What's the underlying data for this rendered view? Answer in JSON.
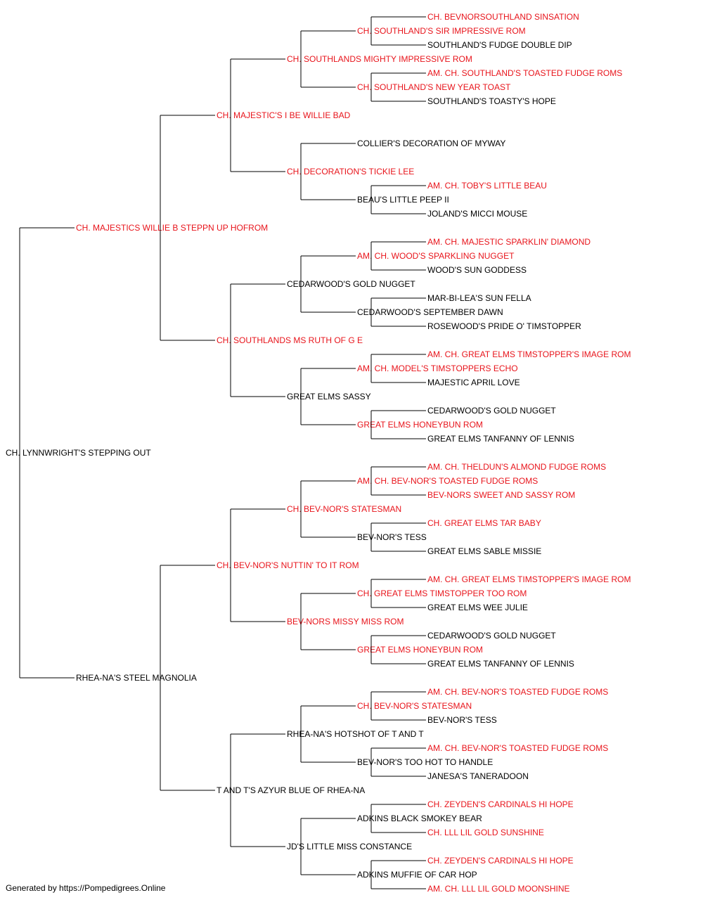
{
  "colors": {
    "champion": "#e8141b",
    "normal": "#000000",
    "line": "#000000"
  },
  "pedigree": {
    "name": "CH. LYNNWRIGHT'S STEPPING OUT",
    "champion": false,
    "sire": {
      "name": "CH. MAJESTICS WILLIE B STEPPN UP HOFROM",
      "champion": true,
      "sire": {
        "name": "CH. MAJESTIC'S I BE WILLIE BAD",
        "champion": true,
        "sire": {
          "name": "CH. SOUTHLANDS MIGHTY IMPRESSIVE ROM",
          "champion": true,
          "sire": {
            "name": "CH. SOUTHLAND'S SIR IMPRESSIVE ROM",
            "champion": true,
            "sire": {
              "name": "CH. BEVNORSOUTHLAND SINSATION",
              "champion": true
            },
            "dam": {
              "name": "SOUTHLAND'S FUDGE DOUBLE DIP",
              "champion": false
            }
          },
          "dam": {
            "name": "CH. SOUTHLAND'S NEW YEAR TOAST",
            "champion": true,
            "sire": {
              "name": "AM. CH. SOUTHLAND'S TOASTED FUDGE ROMS",
              "champion": true
            },
            "dam": {
              "name": "SOUTHLAND'S TOASTY'S HOPE",
              "champion": false
            }
          }
        },
        "dam": {
          "name": "CH. DECORATION'S TICKIE LEE",
          "champion": true,
          "sire": {
            "name": "COLLIER'S DECORATION OF MYWAY",
            "champion": false
          },
          "dam": {
            "name": "BEAU'S LITTLE PEEP II",
            "champion": false,
            "sire": {
              "name": "AM. CH. TOBY'S LITTLE BEAU",
              "champion": true
            },
            "dam": {
              "name": "JOLAND'S MICCI MOUSE",
              "champion": false
            }
          }
        }
      },
      "dam": {
        "name": "CH. SOUTHLANDS MS RUTH OF G E",
        "champion": true,
        "sire": {
          "name": "CEDARWOOD'S GOLD NUGGET",
          "champion": false,
          "sire": {
            "name": "AM. CH. WOOD'S SPARKLING NUGGET",
            "champion": true,
            "sire": {
              "name": "AM. CH. MAJESTIC SPARKLIN' DIAMOND",
              "champion": true
            },
            "dam": {
              "name": "WOOD'S SUN GODDESS",
              "champion": false
            }
          },
          "dam": {
            "name": "CEDARWOOD'S SEPTEMBER DAWN",
            "champion": false,
            "sire": {
              "name": "MAR-BI-LEA'S SUN FELLA",
              "champion": false
            },
            "dam": {
              "name": "ROSEWOOD'S PRIDE O' TIMSTOPPER",
              "champion": false
            }
          }
        },
        "dam": {
          "name": "GREAT ELMS SASSY",
          "champion": false,
          "sire": {
            "name": "AM. CH. MODEL'S TIMSTOPPERS ECHO",
            "champion": true,
            "sire": {
              "name": "AM. CH. GREAT ELMS TIMSTOPPER'S IMAGE ROM",
              "champion": true
            },
            "dam": {
              "name": "MAJESTIC APRIL LOVE",
              "champion": false
            }
          },
          "dam": {
            "name": "GREAT ELMS HONEYBUN ROM",
            "champion": true,
            "sire": {
              "name": "CEDARWOOD'S GOLD NUGGET",
              "champion": false
            },
            "dam": {
              "name": "GREAT ELMS TANFANNY OF LENNIS",
              "champion": false
            }
          }
        }
      }
    },
    "dam": {
      "name": "RHEA-NA'S STEEL MAGNOLIA",
      "champion": false,
      "sire": {
        "name": "CH. BEV-NOR'S NUTTIN' TO IT ROM",
        "champion": true,
        "sire": {
          "name": "CH. BEV-NOR'S STATESMAN",
          "champion": true,
          "sire": {
            "name": "AM. CH. BEV-NOR'S TOASTED FUDGE ROMS",
            "champion": true,
            "sire": {
              "name": "AM. CH. THELDUN'S ALMOND FUDGE ROMS",
              "champion": true
            },
            "dam": {
              "name": "BEV-NORS SWEET AND SASSY ROM",
              "champion": true
            }
          },
          "dam": {
            "name": "BEV-NOR'S TESS",
            "champion": false,
            "sire": {
              "name": "CH. GREAT ELMS TAR BABY",
              "champion": true
            },
            "dam": {
              "name": "GREAT ELMS SABLE MISSIE",
              "champion": false
            }
          }
        },
        "dam": {
          "name": "BEV-NORS MISSY MISS ROM",
          "champion": true,
          "sire": {
            "name": "CH. GREAT ELMS TIMSTOPPER TOO ROM",
            "champion": true,
            "sire": {
              "name": "AM. CH. GREAT ELMS TIMSTOPPER'S IMAGE ROM",
              "champion": true
            },
            "dam": {
              "name": "GREAT ELMS WEE JULIE",
              "champion": false
            }
          },
          "dam": {
            "name": "GREAT ELMS HONEYBUN ROM",
            "champion": true,
            "sire": {
              "name": "CEDARWOOD'S GOLD NUGGET",
              "champion": false
            },
            "dam": {
              "name": "GREAT ELMS TANFANNY OF LENNIS",
              "champion": false
            }
          }
        }
      },
      "dam": {
        "name": "T AND T'S AZYUR BLUE OF RHEA-NA",
        "champion": false,
        "sire": {
          "name": "RHEA-NA'S HOTSHOT OF T AND T",
          "champion": false,
          "sire": {
            "name": "CH. BEV-NOR'S STATESMAN",
            "champion": true,
            "sire": {
              "name": "AM. CH. BEV-NOR'S TOASTED FUDGE ROMS",
              "champion": true
            },
            "dam": {
              "name": "BEV-NOR'S TESS",
              "champion": false
            }
          },
          "dam": {
            "name": "BEV-NOR'S TOO HOT TO HANDLE",
            "champion": false,
            "sire": {
              "name": "AM. CH. BEV-NOR'S TOASTED FUDGE ROMS",
              "champion": true
            },
            "dam": {
              "name": "JANESA'S TANERADOON",
              "champion": false
            }
          }
        },
        "dam": {
          "name": "JD'S LITTLE MISS CONSTANCE",
          "champion": false,
          "sire": {
            "name": "ADKINS BLACK SMOKEY BEAR",
            "champion": false,
            "sire": {
              "name": "CH. ZEYDEN'S CARDINALS HI HOPE",
              "champion": true
            },
            "dam": {
              "name": "CH. LLL LIL GOLD SUNSHINE",
              "champion": true
            }
          },
          "dam": {
            "name": "ADKINS MUFFIE OF CAR HOP",
            "champion": false,
            "sire": {
              "name": "CH. ZEYDEN'S CARDINALS HI HOPE",
              "champion": true
            },
            "dam": {
              "name": "AM. CH. LLL LIL GOLD MOONSHINE",
              "champion": true
            }
          }
        }
      }
    }
  },
  "footer": "Generated by https://Pompedigrees.Online"
}
